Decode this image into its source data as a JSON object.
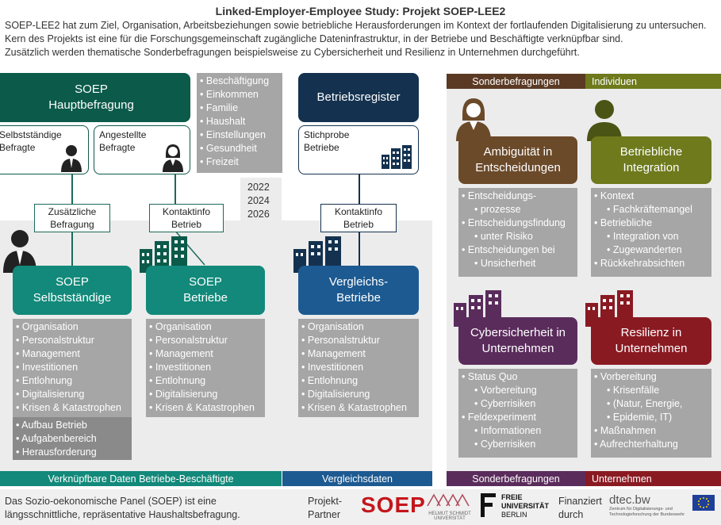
{
  "title": "Linked-Employer-Employee Study: Projekt SOEP-LEE2",
  "intro": [
    "SOEP-LEE2 hat zum Ziel, Organisation, Arbeitsbeziehungen sowie betriebliche Herausforderungen im Kontext der fortlaufenden Digitalisierung zu untersuchen.",
    "Kern des Projekts ist eine für die Forschungsgemeinschaft zugängliche Dateninfrastruktur, in der Betriebe und Beschäftigte verknüpfbar sind.",
    "Zusätzlich werden thematische Sonderbefragungen beispielsweise zu Cybersicherheit und Resilienz in Unternehmen durchgeführt."
  ],
  "colors": {
    "dark_green": "#0b5a4a",
    "teal": "#12897a",
    "navy": "#14324f",
    "blue": "#1d5a91",
    "grey": "#a6a6a6",
    "olive": "#6e7a1c",
    "purple": "#5a2c5c",
    "darkred": "#8a1a22",
    "brown": "#5b3a24",
    "sonder_brown": "#6b4a2a"
  },
  "soep_haupt": {
    "line1": "SOEP",
    "line2": "Hauptbefragung"
  },
  "haupt_topics": [
    "Beschäftigung",
    "Einkommen",
    "Familie",
    "Haushalt",
    "Einstellungen",
    "Gesundheit",
    "Freizeit"
  ],
  "years": [
    "2022",
    "2024",
    "2026"
  ],
  "selbst_befragte": {
    "line1": "Selbstständige",
    "line2": "Befragte"
  },
  "angestellte_befragte": {
    "line1": "Angestellte",
    "line2": "Befragte"
  },
  "betriebsregister": "Betriebsregister",
  "stichprobe": {
    "line1": "Stichprobe",
    "line2": "Betriebe"
  },
  "conn_zusaetzlich": {
    "line1": "Zusätzliche",
    "line2": "Befragung"
  },
  "conn_kontakt1": {
    "line1": "Kontaktinfo",
    "line2": "Betrieb"
  },
  "conn_kontakt2": {
    "line1": "Kontaktinfo",
    "line2": "Betrieb"
  },
  "soep_selbst": {
    "line1": "SOEP",
    "line2": "Selbstständige"
  },
  "soep_betriebe": {
    "line1": "SOEP",
    "line2": "Betriebe"
  },
  "vergleich": {
    "line1": "Vergleichs-",
    "line2": "Betriebe"
  },
  "common_topics": [
    "Organisation",
    "Personalstruktur",
    "Management",
    "Investitionen",
    "Entlohnung",
    "Digitalisierung",
    "Krisen & Katastrophen"
  ],
  "selbst_extra": [
    "Aufbau Betrieb",
    "Aufgabenbereich",
    "Herausforderung"
  ],
  "bottom_left": "Verknüpfbare Daten Betriebe-Beschäftigte",
  "bottom_mid": "Vergleichsdaten",
  "sonder_top": {
    "left": "Sonderbefragungen",
    "right": "Individuen"
  },
  "sonder_bottom": {
    "left": "Sonderbefragungen",
    "right": "Unternehmen"
  },
  "ambiguitaet": {
    "line1": "Ambiguität in",
    "line2": "Entscheidungen"
  },
  "ambiguitaet_items": [
    "Entscheidungs-",
    "prozesse",
    "Entscheidungsfindung",
    "unter Risiko",
    "Entscheidungen bei",
    "Unsicherheit"
  ],
  "integration": {
    "line1": "Betriebliche",
    "line2": "Integration"
  },
  "integration_items": [
    "Kontext",
    "Fachkräftemangel",
    "Betriebliche",
    "Integration von",
    "Zugewanderten",
    "Rückkehrabsichten"
  ],
  "cyber": {
    "line1": "Cybersicherheit in",
    "line2": "Unternehmen"
  },
  "cyber_items": [
    "Status Quo",
    "Vorbereitung",
    "Cyberrisiken",
    "Feldexperiment",
    "Informationen",
    "Cyberrisiken"
  ],
  "resilienz": {
    "line1": "Resilienz in",
    "line2": "Unternehmen"
  },
  "resilienz_items": [
    "Vorbereitung",
    "Krisenfälle",
    "(Natur, Energie,",
    "Epidemie, IT)",
    "Maßnahmen",
    "Aufrechterhaltung"
  ],
  "footer": {
    "left_line1": "Das Sozio-oekonomische Panel (SOEP) ist eine",
    "left_line2": "längsschnittliche, repräsentative Haushaltsbefragung.",
    "partner_line1": "Projekt-",
    "partner_line2": "Partner",
    "soep_logo": "SOEP",
    "hsu_line1": "HELMUT SCHMIDT",
    "hsu_line2": "UNIVERSITÄT",
    "fu_line1": "FREIE",
    "fu_line2": "UNIVERSITÄT",
    "fu_line3": "BERLIN",
    "fin_line1": "Finanziert",
    "fin_line2": "durch",
    "dtec": "dtec.bw",
    "dtec_sub1": "Zentrum für Digitalisierungs- und",
    "dtec_sub2": "Technologieforschung der Bundeswehr"
  }
}
